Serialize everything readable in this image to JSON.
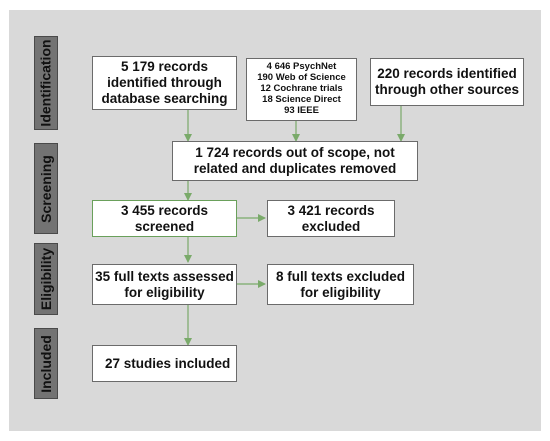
{
  "colors": {
    "panel_background": "#d9d9d9",
    "phase_label_fill": "#737373",
    "box_fill": "#ffffff",
    "arrow": "#7aaa6a"
  },
  "phases": [
    {
      "label": "Identification"
    },
    {
      "label": "Screening"
    },
    {
      "label": "Eligibility"
    },
    {
      "label": "Included"
    }
  ],
  "boxes": {
    "database_records": "5 179 records identified through database searching",
    "databases_breakdown": [
      "4 646 PsychNet",
      "190 Web of Science",
      "12 Cochrane trials",
      "18 Science Direct",
      "93 IEEE"
    ],
    "other_sources": "220 records identified through other sources",
    "out_of_scope": "1 724 records out of scope, not related and duplicates  removed",
    "screened": "3 455 records screened",
    "excluded": "3 421 records excluded",
    "assessed": "35 full texts assessed for eligibility",
    "fulltext_excluded": "8 full texts excluded for eligibility",
    "included": "27 studies included"
  }
}
